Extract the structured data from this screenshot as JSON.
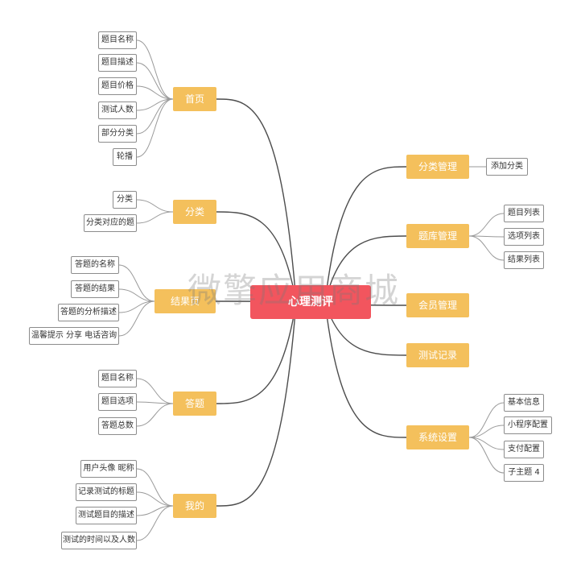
{
  "center": "心理测评",
  "watermark": "微擎应用商城",
  "colors": {
    "center": "#f2555e",
    "branch": "#f4c05c",
    "line": "#4d4d4d",
    "leaf_line": "#9a9a9a"
  },
  "left": [
    {
      "label": "首页",
      "items": [
        "题目名称",
        "题目描述",
        "题目价格",
        "测试人数",
        "部分分类",
        "轮播"
      ]
    },
    {
      "label": "分类",
      "items": [
        "分类",
        "分类对应的题"
      ]
    },
    {
      "label": "结果页",
      "items": [
        "答题的名称",
        "答题的结果",
        "答题的分析描述",
        "温馨提示 分享 电话咨询"
      ]
    },
    {
      "label": "答题",
      "items": [
        "题目名称",
        "题目选项",
        "答题总数"
      ]
    },
    {
      "label": "我的",
      "items": [
        "用户头像 昵称",
        "记录测试的标题",
        "测试题目的描述",
        "测试的时间以及人数"
      ]
    }
  ],
  "right": [
    {
      "label": "分类管理",
      "items": [
        "添加分类"
      ]
    },
    {
      "label": "题库管理",
      "items": [
        "题目列表",
        "选项列表",
        "结果列表"
      ]
    },
    {
      "label": "会员管理",
      "items": []
    },
    {
      "label": "测试记录",
      "items": []
    },
    {
      "label": "系统设置",
      "items": [
        "基本信息",
        "小程序配置",
        "支付配置",
        "子主题 4"
      ]
    }
  ]
}
